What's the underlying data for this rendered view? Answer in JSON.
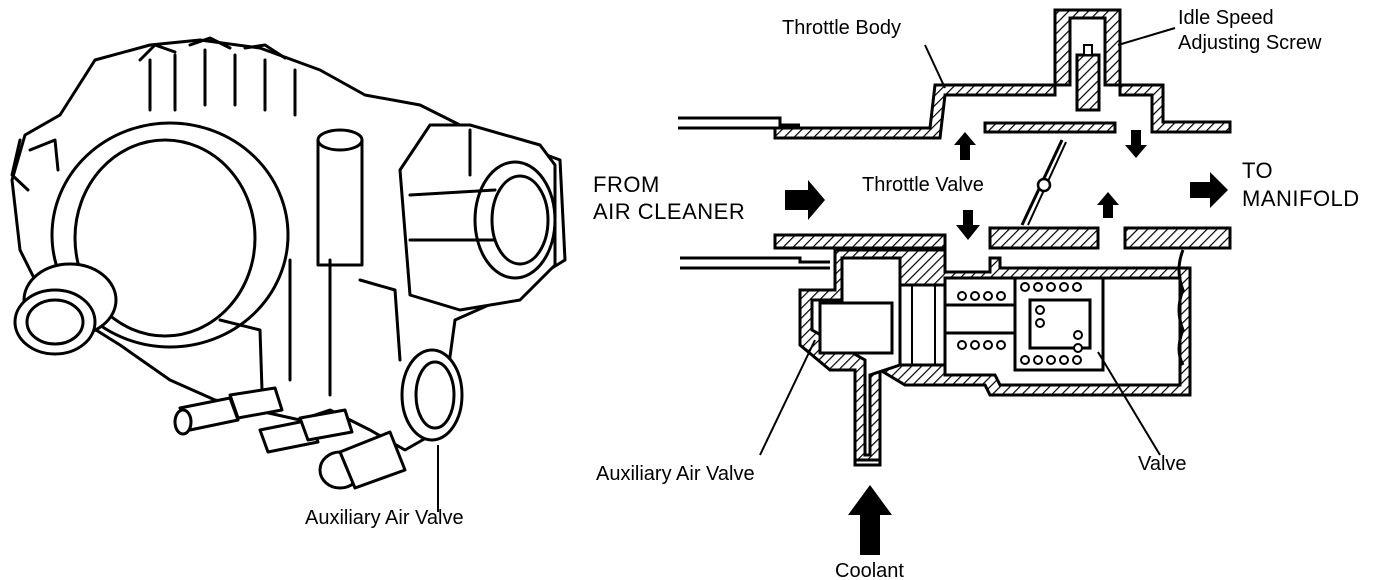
{
  "left_figure": {
    "callout": "Auxiliary Air Valve"
  },
  "right_figure": {
    "labels": {
      "throttle_body": "Throttle Body",
      "idle_screw_line1": "Idle Speed",
      "idle_screw_line2": "Adjusting Screw",
      "from_line1": "FROM",
      "from_line2": "AIR CLEANER",
      "throttle_valve": "Throttle Valve",
      "to_line1": "TO",
      "to_line2": "MANIFOLD",
      "aux_air_valve": "Auxiliary Air Valve",
      "valve": "Valve",
      "coolant": "Coolant"
    }
  }
}
